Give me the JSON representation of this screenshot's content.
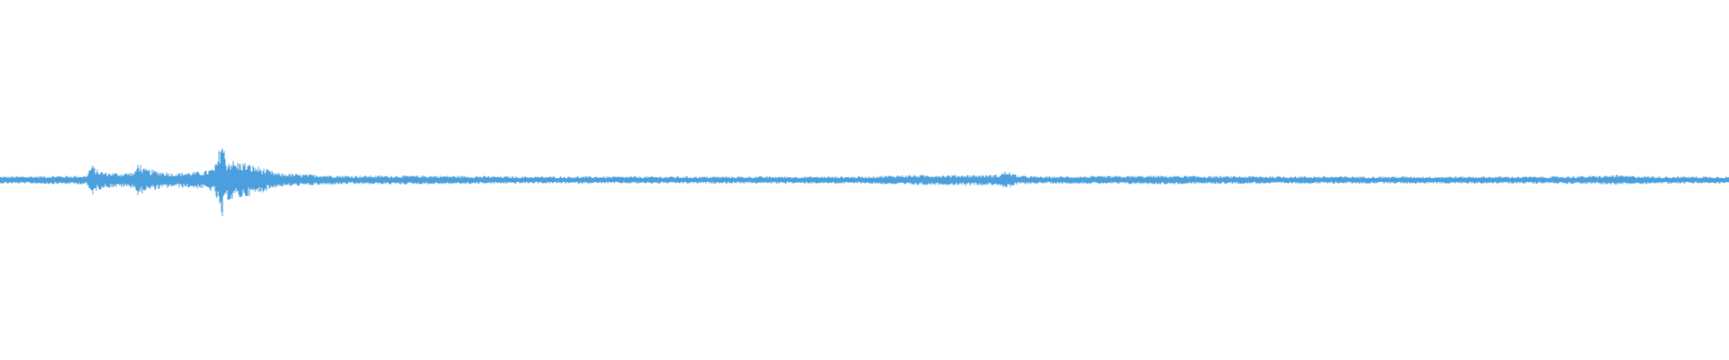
{
  "waveform": {
    "color": "#4a9fdc",
    "background": "#ffffff"
  },
  "chart_data": {
    "type": "area",
    "title": "",
    "xlabel": "",
    "ylabel": "",
    "xlim": [
      0,
      1
    ],
    "ylim": [
      -1,
      1
    ],
    "grid": false,
    "legend": "none",
    "baseline_amplitude": 0.02,
    "series": [
      {
        "x": [
          0.0,
          0.05,
          0.053,
          0.056,
          0.06,
          0.07,
          0.078,
          0.08,
          0.083,
          0.09,
          0.1,
          0.11,
          0.118,
          0.124,
          0.126,
          0.128,
          0.131,
          0.134,
          0.136,
          0.14,
          0.146,
          0.15,
          0.156,
          0.16,
          0.17,
          0.185,
          0.2,
          0.25,
          0.3,
          0.4,
          0.5,
          0.52,
          0.578,
          0.582,
          0.586,
          0.59,
          0.6,
          0.68,
          0.7,
          0.8,
          0.9,
          0.93,
          0.935,
          0.94,
          0.96,
          1.0
        ],
        "amplitude": [
          0.02,
          0.025,
          0.09,
          0.06,
          0.045,
          0.04,
          0.045,
          0.11,
          0.065,
          0.055,
          0.04,
          0.045,
          0.05,
          0.07,
          0.13,
          0.26,
          0.11,
          0.12,
          0.1,
          0.105,
          0.085,
          0.075,
          0.055,
          0.04,
          0.035,
          0.03,
          0.025,
          0.025,
          0.02,
          0.02,
          0.02,
          0.028,
          0.03,
          0.055,
          0.035,
          0.025,
          0.02,
          0.025,
          0.022,
          0.02,
          0.02,
          0.025,
          0.03,
          0.025,
          0.02,
          0.02
        ]
      }
    ]
  }
}
